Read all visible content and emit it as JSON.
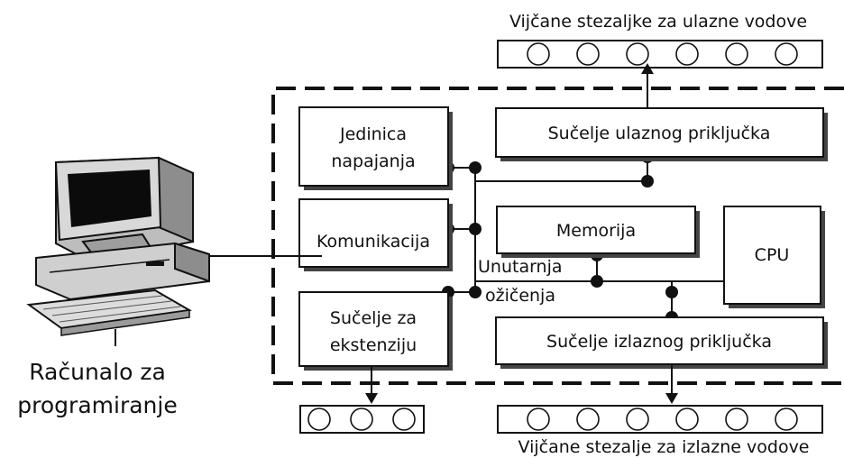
{
  "labels": {
    "input_terminals_title": "Vijčane stezaljke za ulazne vodove",
    "output_terminals_title": "Vijčane stezalje za izlazne vodove",
    "power_unit_line1": "Jedinica",
    "power_unit_line2": "napajanja",
    "input_interface": "Sučelje ulaznog priključka",
    "communication": "Komunikacija",
    "memory": "Memorija",
    "cpu": "CPU",
    "internal_wiring_line1": "Unutarnja",
    "internal_wiring_line2": "ožičenja",
    "extension_line1": "Sučelje za",
    "extension_line2": "ekstenziju",
    "output_interface": "Sučelje izlaznog priključka",
    "computer_line1": "Računalo za",
    "computer_line2": "programiranje"
  },
  "terminals": {
    "input_count": 6,
    "output_count": 6,
    "extension_count": 3
  }
}
